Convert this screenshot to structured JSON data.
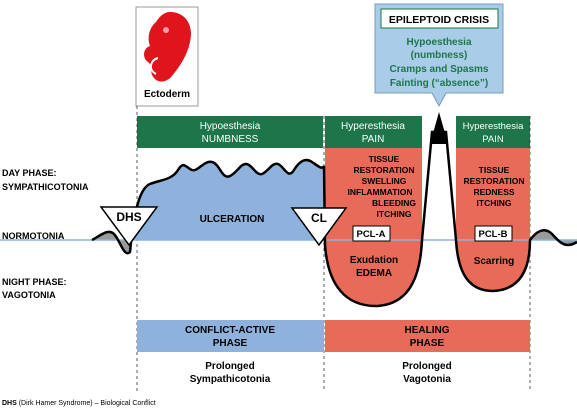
{
  "colors": {
    "green": "#1d7549",
    "blue": "#8fb2dc",
    "red": "#e86a58",
    "crisis_fill": "#a9cde9",
    "embryo": "#e0141c"
  },
  "ectoderm": {
    "label": "Ectoderm",
    "icon": "embryo-icon"
  },
  "crisis": {
    "title": "EPILEPTOID CRISIS",
    "lines": [
      "Hypoesthesia",
      "(numbness)",
      "Cramps and Spasms",
      "Fainting (“absence”)"
    ]
  },
  "headers": {
    "hypo": {
      "line1": "Hypoesthesia",
      "line2": "NUMBNESS"
    },
    "hyper1": {
      "line1": "Hyperesthesia",
      "line2": "PAIN"
    },
    "hyper2": {
      "line1": "Hyperesthesia",
      "line2": "PAIN"
    }
  },
  "phase_labels": {
    "day": {
      "line1": "DAY PHASE:",
      "line2": "SYMPATHICOTONIA"
    },
    "normo": "NORMOTONIA",
    "night": {
      "line1": "NIGHT PHASE:",
      "line2": "VAGOTONIA"
    }
  },
  "markers": {
    "dhs": "DHS",
    "cl": "CL",
    "pcl_a": "PCL-A",
    "pcl_b": "PCL-B"
  },
  "labels": {
    "ulceration": "ULCERATION",
    "pcl_a_symptoms": [
      "TISSUE",
      "RESTORATION",
      "SWELLING",
      "INFLAMMATION",
      "BLEEDING",
      "ITCHING"
    ],
    "pcl_b_symptoms": [
      "TISSUE",
      "RESTORATION",
      "REDNESS",
      "ITCHING"
    ],
    "exudation": [
      "Exudation",
      "EDEMA"
    ],
    "scarring": "Scarring"
  },
  "bottom": {
    "conflict_active": [
      "CONFLICT-ACTIVE",
      "PHASE"
    ],
    "healing": [
      "HEALING",
      "PHASE"
    ],
    "prolonged_symp": [
      "Prolonged",
      "Sympathicotonia"
    ],
    "prolonged_vago": [
      "Prolonged",
      "Vagotonia"
    ]
  },
  "footer": {
    "abbr": "DHS",
    "rest": " (Dirk Hamer Syndrome) – Biological Conflict"
  }
}
